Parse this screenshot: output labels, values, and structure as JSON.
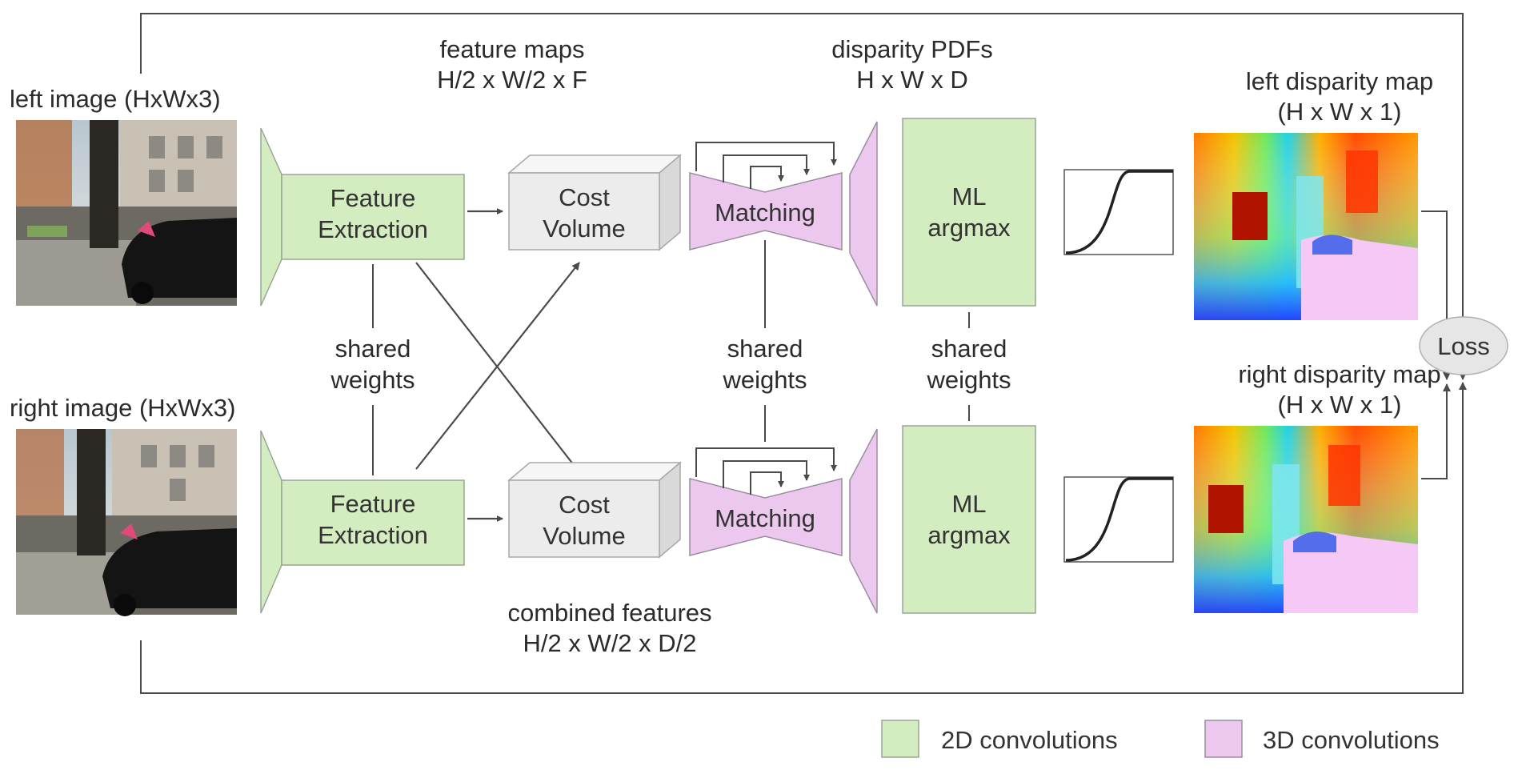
{
  "colors": {
    "conv2d": "#d3ecc0",
    "conv3d": "#ecc8ee",
    "cost_volume_face": "#ececec",
    "loss_ellipse": "#e6e6e6",
    "connector": "#4a4a4a",
    "block_border": "#9aa597"
  },
  "inputs": {
    "left_label": "left image (HxWx3)",
    "right_label": "right image (HxWx3)"
  },
  "annotations": {
    "feature_maps_line1": "feature maps",
    "feature_maps_line2": "H/2 x W/2 x F",
    "disparity_pdfs_line1": "disparity PDFs",
    "disparity_pdfs_line2": "H x W x D",
    "combined_features_line1": "combined features",
    "combined_features_line2": "H/2 x W/2 x D/2"
  },
  "blocks": {
    "feature_extraction_line1": "Feature",
    "feature_extraction_line2": "Extraction",
    "cost_volume_line1": "Cost",
    "cost_volume_line2": "Volume",
    "matching": "Matching",
    "argmax_line1": "ML",
    "argmax_line2": "argmax"
  },
  "shared_weights": {
    "line1": "shared",
    "line2": "weights"
  },
  "outputs": {
    "left_map_line1": "left disparity map",
    "left_map_line2": "(H x W x 1)",
    "right_map_line1": "right disparity map",
    "right_map_line2": "(H x W x 1)"
  },
  "loss_label": "Loss",
  "legend": {
    "conv2d_label": "2D convolutions",
    "conv3d_label": "3D convolutions"
  }
}
